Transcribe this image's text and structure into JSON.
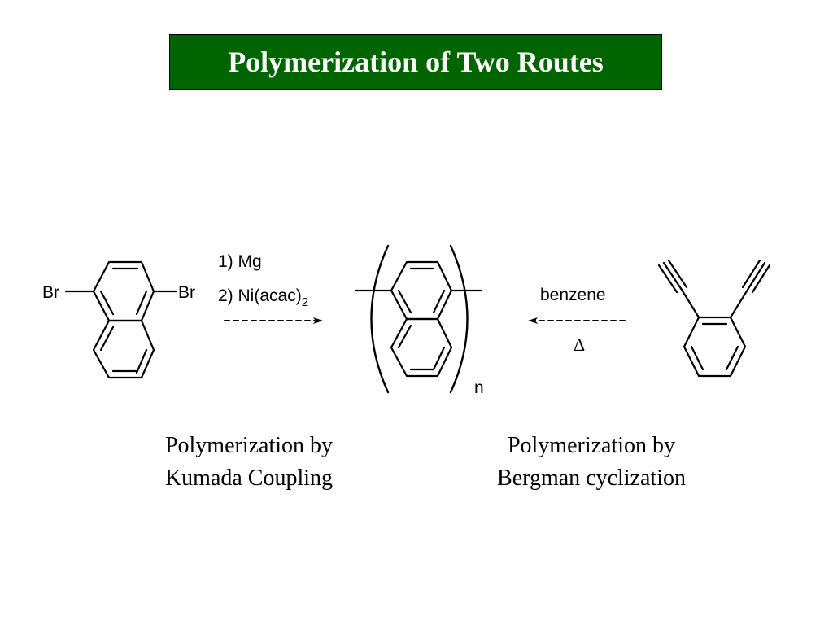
{
  "title": "Polymerization of Two Routes",
  "colors": {
    "title_bg": "#006400",
    "title_text": "#ffffff",
    "ink": "#000000"
  },
  "left_molecule": {
    "left_substituent": "Br",
    "right_substituent": "Br"
  },
  "left_conditions": {
    "step1": "1) Mg",
    "step2_prefix": "2) Ni(acac)",
    "step2_subscript": "2"
  },
  "right_conditions": {
    "solvent": "benzene",
    "heat_symbol": "Δ"
  },
  "polymer": {
    "repeat_subscript": "n"
  },
  "captions": {
    "left": {
      "line1": "Polymerization by",
      "line2": "Kumada Coupling"
    },
    "right": {
      "line1": "Polymerization by",
      "line2": "Bergman cyclization"
    }
  }
}
